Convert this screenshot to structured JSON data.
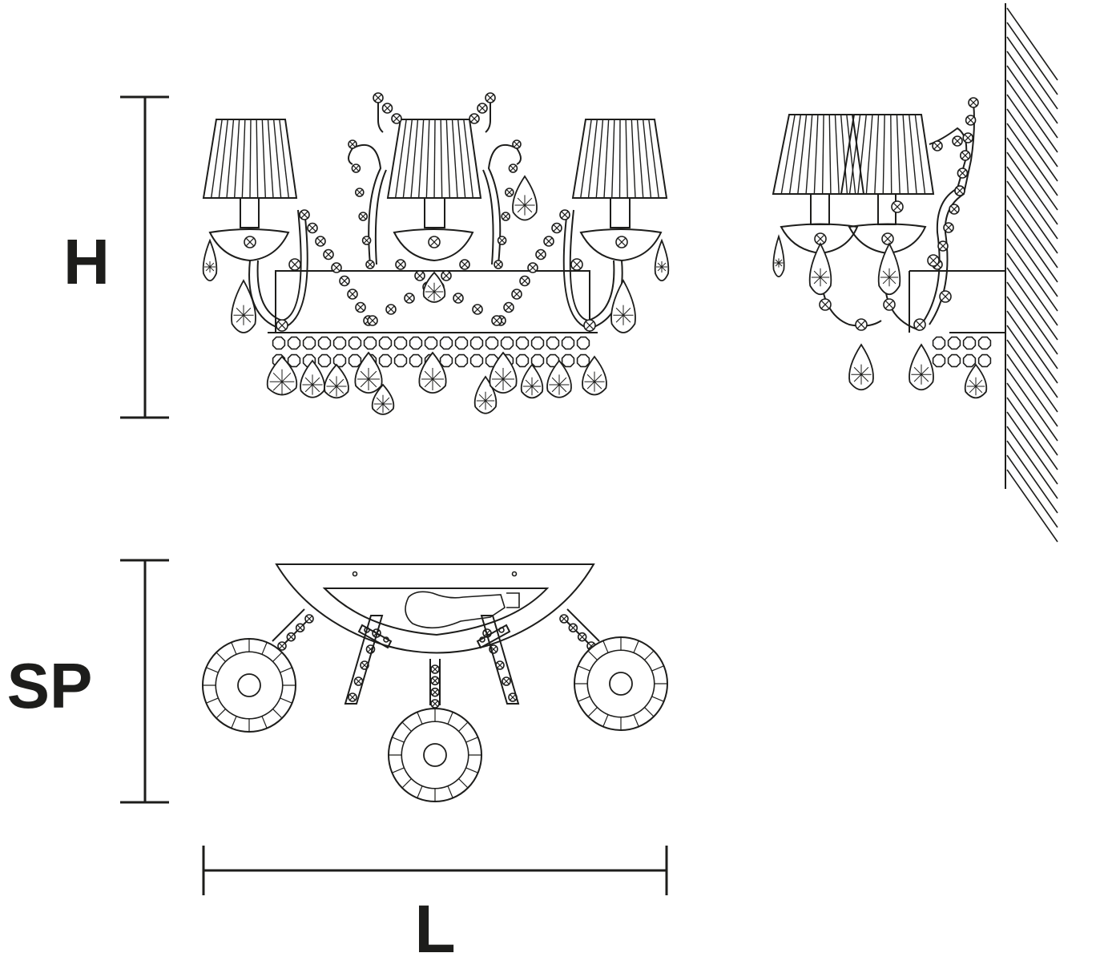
{
  "dimensions": {
    "height_label": "H",
    "depth_label": "SP",
    "length_label": "L"
  },
  "colors": {
    "line": "#1d1d1b",
    "background": "#ffffff"
  },
  "views": [
    {
      "name": "front-view"
    },
    {
      "name": "side-view"
    },
    {
      "name": "top-view"
    }
  ]
}
